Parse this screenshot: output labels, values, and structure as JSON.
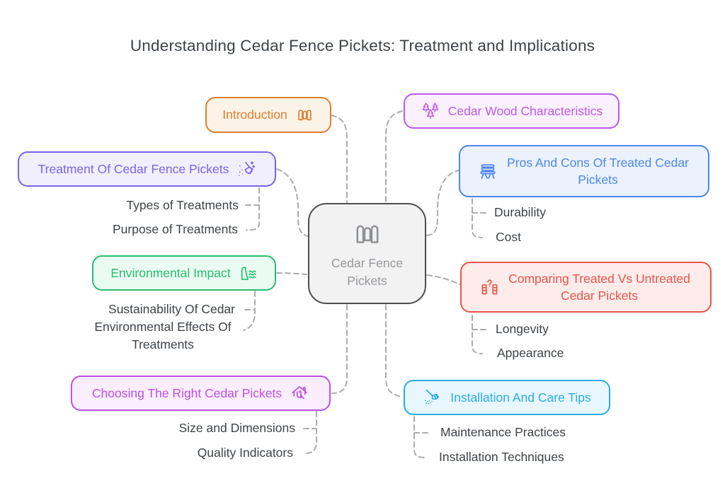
{
  "title": "Understanding Cedar Fence Pickets: Treatment and Implications",
  "colors": {
    "connector": "#ACACAC",
    "title_text": "#3E4348",
    "subtopic_text": "#3F4348"
  },
  "center": {
    "label": "Cedar Fence Pickets",
    "icon": "fence-pickets-icon",
    "color": "#4E4E4E",
    "bg": "#F2F2F3",
    "text": "#97999C",
    "icon_color": "#8E9093"
  },
  "branches": [
    {
      "label": "Introduction",
      "icon": "fence-pickets-icon",
      "color": "#DF7E2B",
      "bg": "#FCF3E8",
      "children": []
    },
    {
      "label": "Cedar Wood Characteristics",
      "icon": "cedar-trees-icon",
      "color": "#BE5AE8",
      "bg": "#FAF0FE",
      "children": []
    },
    {
      "label": "Treatment Of Cedar Fence Pickets",
      "icon": "broom-sparkles-icon",
      "color": "#7D63E8",
      "bg": "#F1EFFD",
      "children": [
        "Types of Treatments",
        "Purpose of Treatments"
      ]
    },
    {
      "label": "Pros And Cons Of Treated Cedar Pickets",
      "icon": "bench-icon",
      "color": "#4F86EC",
      "bg": "#EBF2FD",
      "children": [
        "Durability",
        "Cost"
      ]
    },
    {
      "label": "Environmental Impact",
      "icon": "dam-waves-icon",
      "color": "#27BE6E",
      "bg": "#EAFBF2",
      "children": [
        "Sustainability Of Cedar",
        "Environmental Effects Of Treatments"
      ]
    },
    {
      "label": "Comparing Treated Vs Untreated Cedar Pickets",
      "icon": "compare-question-icon",
      "color": "#E8554B",
      "bg": "#FDECEA",
      "children": [
        "Longevity",
        "Appearance"
      ]
    },
    {
      "label": "Choosing The Right Cedar Pickets",
      "icon": "house-hand-icon",
      "color": "#BE50E4",
      "bg": "#FAEEFE",
      "children": [
        "Size and Dimensions",
        "Quality Indicators"
      ]
    },
    {
      "label": "Installation And Care Tips",
      "icon": "broom-sweep-icon",
      "color": "#2BACE2",
      "bg": "#E8F7FD",
      "children": [
        "Maintenance Practices",
        "Installation Techniques"
      ]
    }
  ]
}
